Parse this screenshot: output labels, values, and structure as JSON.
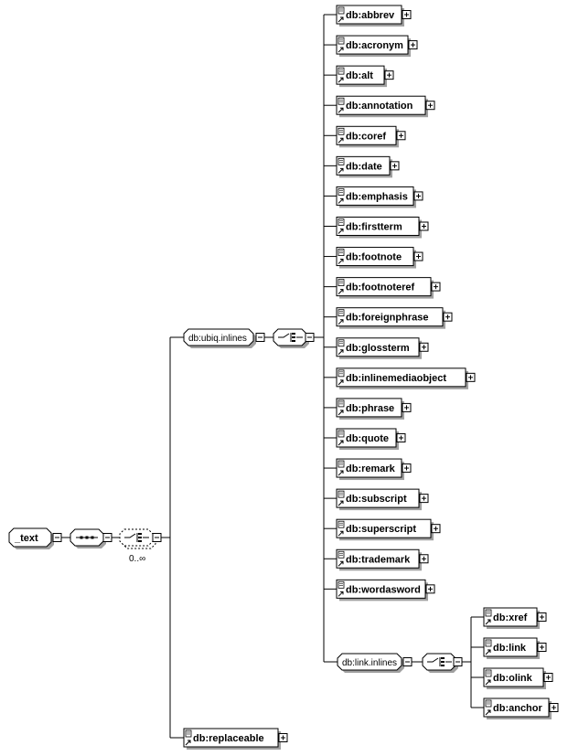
{
  "root": {
    "label": "_text"
  },
  "choice_occurrence": "0..∞",
  "ubiq_group": {
    "label": "db:ubiq.inlines",
    "elements": [
      "db:abbrev",
      "db:acronym",
      "db:alt",
      "db:annotation",
      "db:coref",
      "db:date",
      "db:emphasis",
      "db:firstterm",
      "db:footnote",
      "db:footnoteref",
      "db:foreignphrase",
      "db:glossterm",
      "db:inlinemediaobject",
      "db:phrase",
      "db:quote",
      "db:remark",
      "db:subscript",
      "db:superscript",
      "db:trademark",
      "db:wordasword"
    ]
  },
  "link_group": {
    "label": "db:link.inlines",
    "elements": [
      "db:xref",
      "db:link",
      "db:olink",
      "db:anchor"
    ]
  },
  "replaceable": {
    "label": "db:replaceable"
  }
}
